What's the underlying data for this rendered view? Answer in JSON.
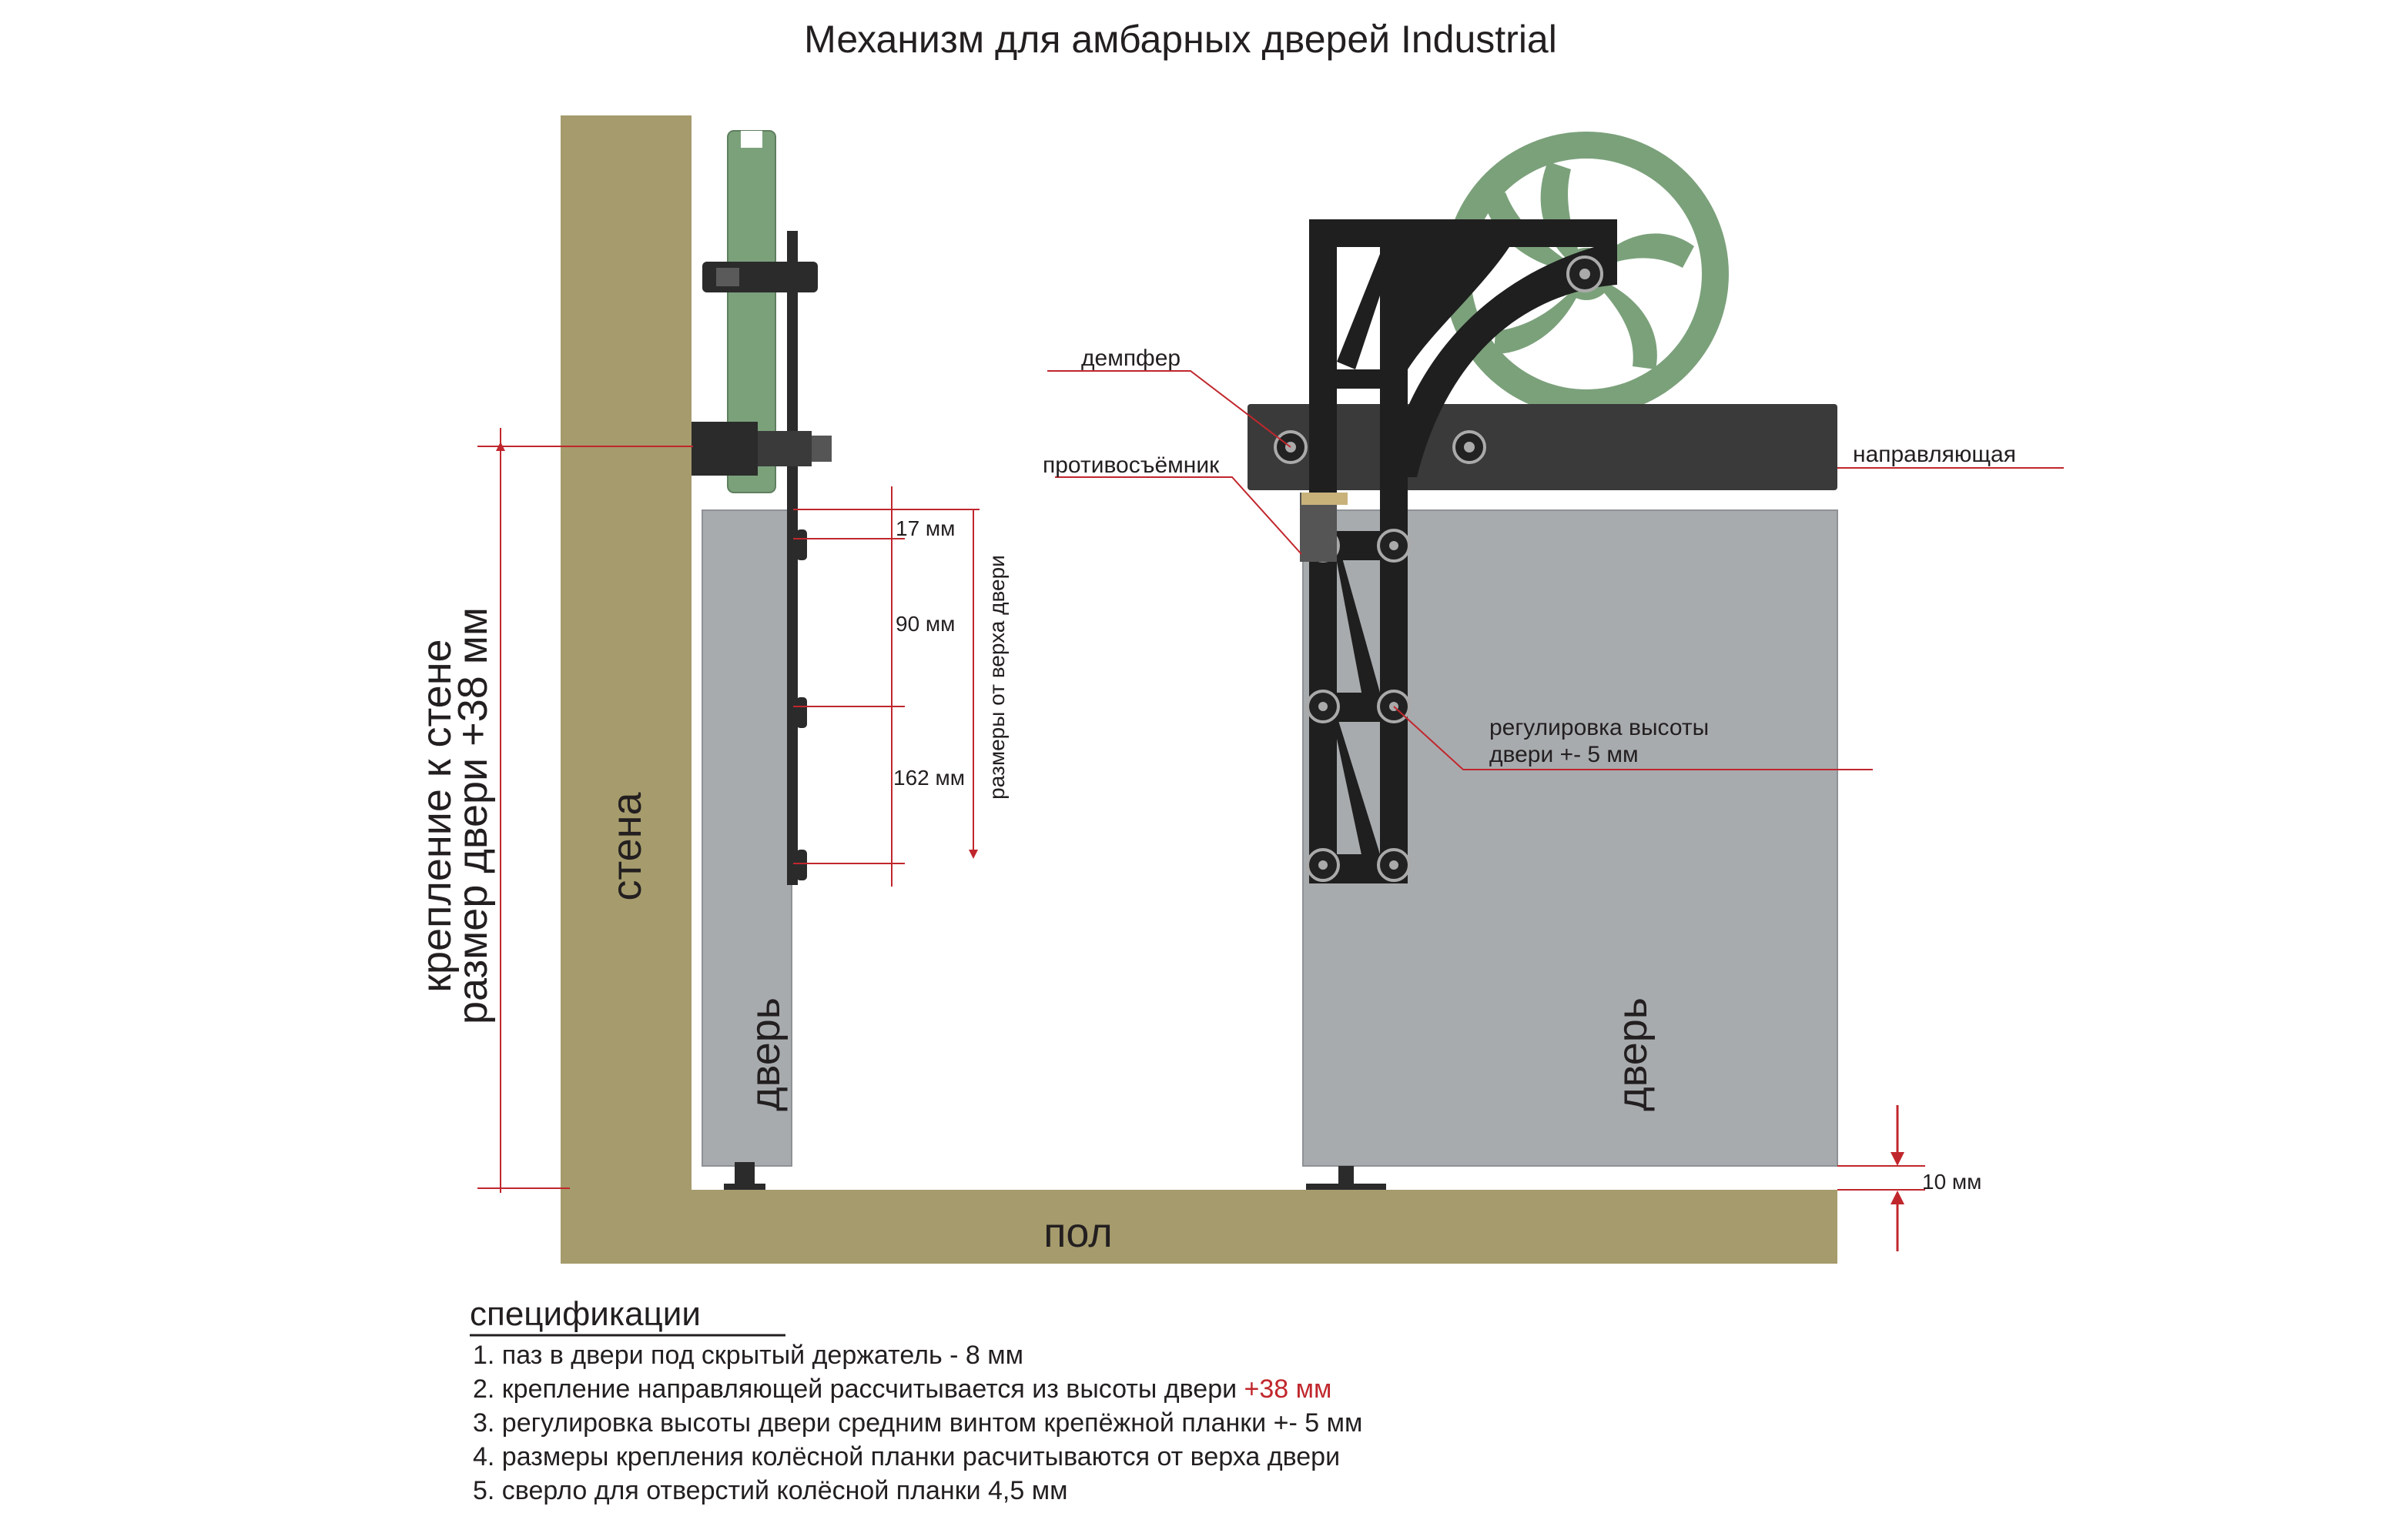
{
  "title": "Механизм для амбарных дверей Industrial",
  "labels": {
    "wall": "стена",
    "floor": "пол",
    "door_side": "дверь",
    "door_front": "дверь",
    "wall_mount_line1": "крепление к стене",
    "wall_mount_line2": "размер двери +38 мм",
    "from_top": "размеры от верха двери",
    "damper": "демпфер",
    "anti_lift": "противосъёмник",
    "rail": "направляющая",
    "height_adj_line1": "регулировка высоты",
    "height_adj_line2": "двери +- 5 мм"
  },
  "dimensions": {
    "d1": "17 мм",
    "d2": "90 мм",
    "d3": "162 мм",
    "gap": "10 мм"
  },
  "specs": {
    "heading": "спецификации",
    "item1": "1. паз в двери под скрытый держатель - 8 мм",
    "item2_prefix": "2. крепление направляющей рассчитывается из высоты двери ",
    "item2_highlight": "+38 мм",
    "item3": "3. регулировка высоты двери средним винтом крепёжной планки +- 5 мм",
    "item4": "4. размеры крепления колёсной планки расчитываются от верха двери",
    "item5": "5. сверло для отверстий колёсной планки 4,5 мм"
  },
  "colors": {
    "wall": "#a59b6c",
    "door": "#a8abae",
    "wheel": "#7ba17b",
    "metal": "#2b2b2b",
    "dimension": "#c0272d"
  }
}
